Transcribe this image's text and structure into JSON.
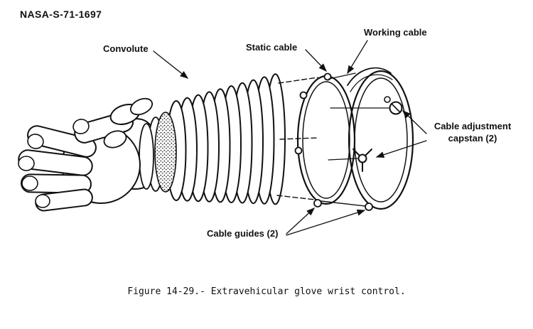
{
  "page": {
    "background_color": "#ffffff",
    "ink_color": "#111111"
  },
  "header": {
    "document_id": "NASA-S-71-1697"
  },
  "diagram": {
    "labels": {
      "convolute": "Convolute",
      "static_cable": "Static cable",
      "working_cable": "Working cable",
      "cable_adjustment_capstan": "Cable adjustment capstan (2)",
      "cable_guides": "Cable guides (2)"
    }
  },
  "caption": {
    "text": "Figure 14-29.- Extravehicular glove wrist control."
  }
}
